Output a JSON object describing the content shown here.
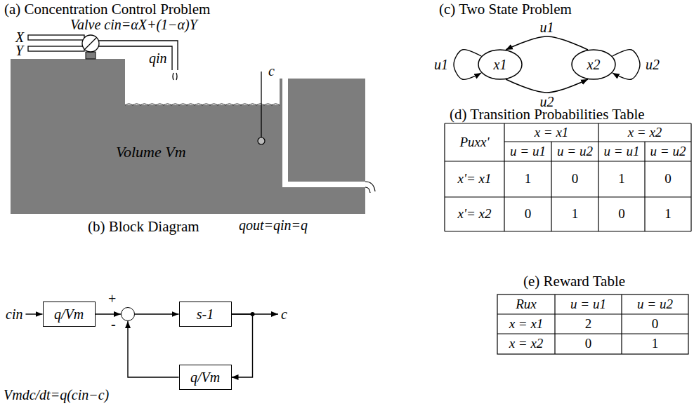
{
  "diagram": {
    "nodes": [
      {
        "text": [
          "q/Vm"
        ]
      },
      {
        "text": [
          "+",
          "-"
        ]
      },
      {
        "text": [
          "s-1"
        ]
      },
      {
        "text": [
          "q/Vm"
        ]
      },
      {
        "text": [
          "x1"
        ]
      },
      {
        "text": [
          "x2"
        ]
      }
    ],
    "edges": [
      {
        "from": 0,
        "to": 1,
        "arrow": "to"
      },
      {
        "from": 1,
        "to": 2,
        "arrow": "to"
      },
      {
        "from": 2,
        "to": 3,
        "arrow": "to"
      },
      {
        "from": 3,
        "to": 1,
        "arrow": "to"
      },
      {
        "from": 4,
        "to": 4,
        "label": "u1",
        "arrow": "to"
      },
      {
        "from": 5,
        "to": 4,
        "label": "u1",
        "arrow": "to"
      },
      {
        "from": 4,
        "to": 5,
        "label": "u2",
        "arrow": "to"
      },
      {
        "from": 5,
        "to": 5,
        "label": "u2",
        "arrow": "to"
      }
    ],
    "labels": [
      "(a) Concentration Control Problem",
      "Valve cin=αX+(1−α)Y",
      "X",
      "Y",
      "qin",
      "c",
      "Volume Vm",
      "qout=qin=q",
      "(b) Block Diagram",
      "cin",
      "c",
      "Vmdc/dt=q(cin−c)",
      "(c) Two State Problem",
      "(d) Transition Probabilities Table",
      "Puxx'",
      "x = x1",
      "x = x2",
      "u = u1",
      "u = u2",
      "u = u1",
      "u = u2",
      "x'= x1",
      "1",
      "0",
      "1",
      "0",
      "x'= x2",
      "0",
      "1",
      "0",
      "1",
      "(e) Reward Table",
      "Rux",
      "u = u1",
      "u = u2",
      "x = x1",
      "2",
      "0",
      "x = x2",
      "0",
      "1"
    ]
  }
}
